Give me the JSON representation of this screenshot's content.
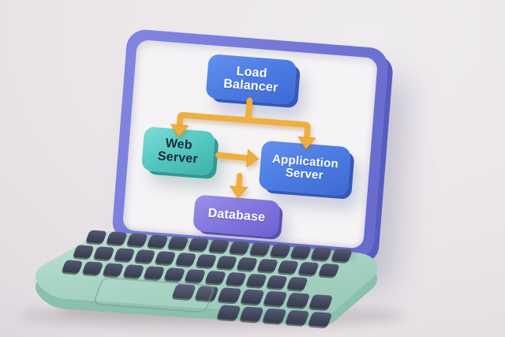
{
  "scene_title": "Web Architecture Diagram on Laptop",
  "diagram": {
    "nodes": [
      {
        "id": "load-balancer",
        "label": "Load\nBalancer",
        "color": "#4a7be0",
        "text_color": "#ffffff"
      },
      {
        "id": "web-server",
        "label": "Web\nServer",
        "color": "#56c8c2",
        "text_color": "#222837"
      },
      {
        "id": "application-server",
        "label": "Application\nServer",
        "color": "#4a7be0",
        "text_color": "#ffffff"
      },
      {
        "id": "database",
        "label": "Database",
        "color": "#8176dd",
        "text_color": "#ffffff"
      }
    ],
    "edges": [
      {
        "from": "load-balancer",
        "to": "web-server"
      },
      {
        "from": "load-balancer",
        "to": "application-server"
      },
      {
        "from": "web-server",
        "to": "application-server"
      },
      {
        "from": "application-server",
        "to": "database"
      }
    ],
    "edge_color": "#f0ae3e"
  },
  "laptop": {
    "bezel_color": "#7277d7",
    "bezel_edge_color": "#565cc0",
    "screen_color": "#f5f3f5",
    "base_color": "#aad5c5",
    "base_front_color": "#8bbfae",
    "key_color": "#464a61"
  },
  "background_color": "#e8e4e8"
}
